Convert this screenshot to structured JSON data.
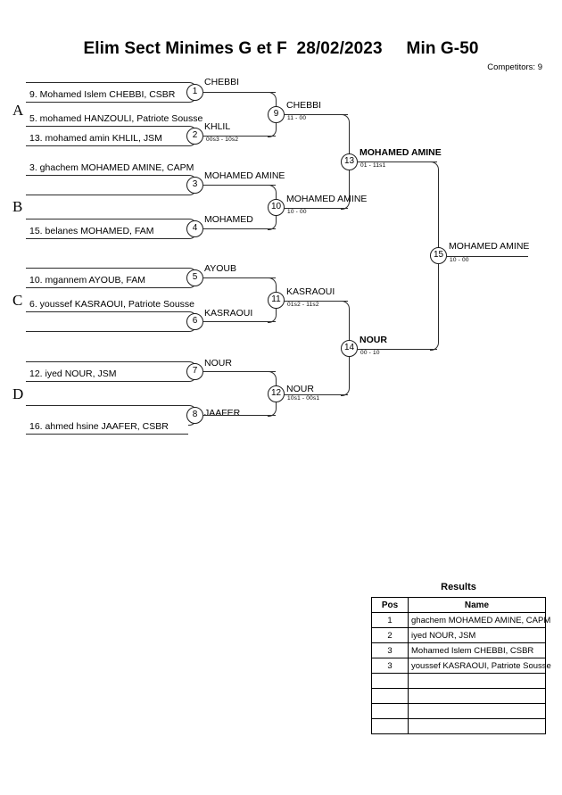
{
  "header": {
    "title": "Elim Sect Minimes G et F  28/02/2023     Min G-50",
    "competitors_label": "Competitors: 9"
  },
  "groups": [
    {
      "label": "A"
    },
    {
      "label": "B"
    },
    {
      "label": "C"
    },
    {
      "label": "D"
    }
  ],
  "entrants": {
    "e1": "9. Mohamed Islem CHEBBI, CSBR",
    "e2": "5. mohamed HANZOULI, Patriote Sousse",
    "e3": "13. mohamed amin KHLIL, JSM",
    "e4": "3. ghachem MOHAMED AMINE, CAPM",
    "e5": "15. belanes MOHAMED, FAM",
    "e6": "10. mgannem AYOUB, FAM",
    "e7": "6. youssef KASRAOUI, Patriote Sousse",
    "e8": "12. iyed NOUR, JSM",
    "e9": "16. ahmed hsine JAAFER, CSBR"
  },
  "matches": {
    "m1": {
      "number": "1",
      "winner": "CHEBBI",
      "score": ""
    },
    "m2": {
      "number": "2",
      "winner": "KHLIL",
      "score": "00s3 - 10s2"
    },
    "m3": {
      "number": "3",
      "winner": "MOHAMED AMINE",
      "score": ""
    },
    "m4": {
      "number": "4",
      "winner": "MOHAMED",
      "score": ""
    },
    "m5": {
      "number": "5",
      "winner": "AYOUB",
      "score": ""
    },
    "m6": {
      "number": "6",
      "winner": "KASRAOUI",
      "score": ""
    },
    "m7": {
      "number": "7",
      "winner": "NOUR",
      "score": ""
    },
    "m8": {
      "number": "8",
      "winner": "JAAFER",
      "score": ""
    },
    "m9": {
      "number": "9",
      "winner": "CHEBBI",
      "score": "11 - 00"
    },
    "m10": {
      "number": "10",
      "winner": "MOHAMED AMINE",
      "score": "10 - 00"
    },
    "m11": {
      "number": "11",
      "winner": "KASRAOUI",
      "score": "01s2 - 11s2"
    },
    "m12": {
      "number": "12",
      "winner": "NOUR",
      "score": "10s1 - 00s1"
    },
    "m13": {
      "number": "13",
      "winner": "MOHAMED AMINE",
      "score": "01 - 11s1"
    },
    "m14": {
      "number": "14",
      "winner": "NOUR",
      "score": "00 - 10"
    },
    "m15": {
      "number": "15",
      "winner": "MOHAMED AMINE",
      "score": "10 - 00"
    }
  },
  "results": {
    "title": "Results",
    "columns": [
      "Pos",
      "Name"
    ],
    "rows": [
      {
        "pos": "1",
        "name": "ghachem MOHAMED AMINE, CAPM"
      },
      {
        "pos": "2",
        "name": "iyed NOUR, JSM"
      },
      {
        "pos": "3",
        "name": "Mohamed Islem CHEBBI, CSBR"
      },
      {
        "pos": "3",
        "name": "youssef KASRAOUI, Patriote Sousse"
      },
      {
        "pos": "",
        "name": ""
      },
      {
        "pos": "",
        "name": ""
      },
      {
        "pos": "",
        "name": ""
      },
      {
        "pos": "",
        "name": ""
      }
    ]
  }
}
